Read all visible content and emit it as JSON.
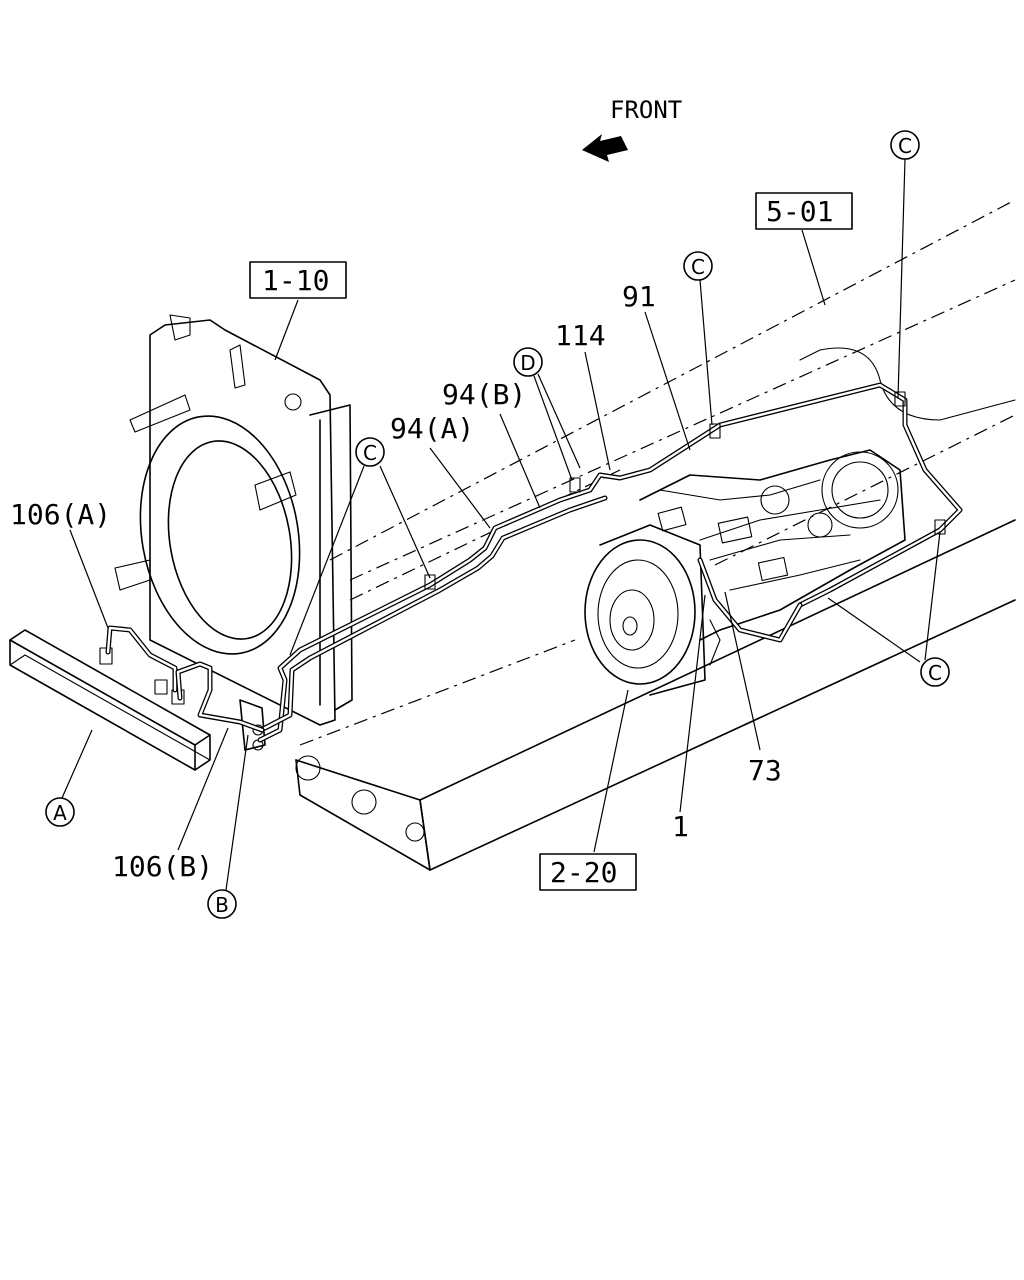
{
  "direction_label": "FRONT",
  "ref_boxes": [
    "1-10",
    "5-01",
    "2-20"
  ],
  "part_labels": {
    "p106a": "106(A)",
    "p106b": "106(B)",
    "p94a": "94(A)",
    "p94b": "94(B)",
    "p114": "114",
    "p91": "91",
    "p73": "73",
    "p1": "1"
  },
  "circle_markers": {
    "a": "A",
    "b": "B",
    "c": "C",
    "d": "D"
  }
}
